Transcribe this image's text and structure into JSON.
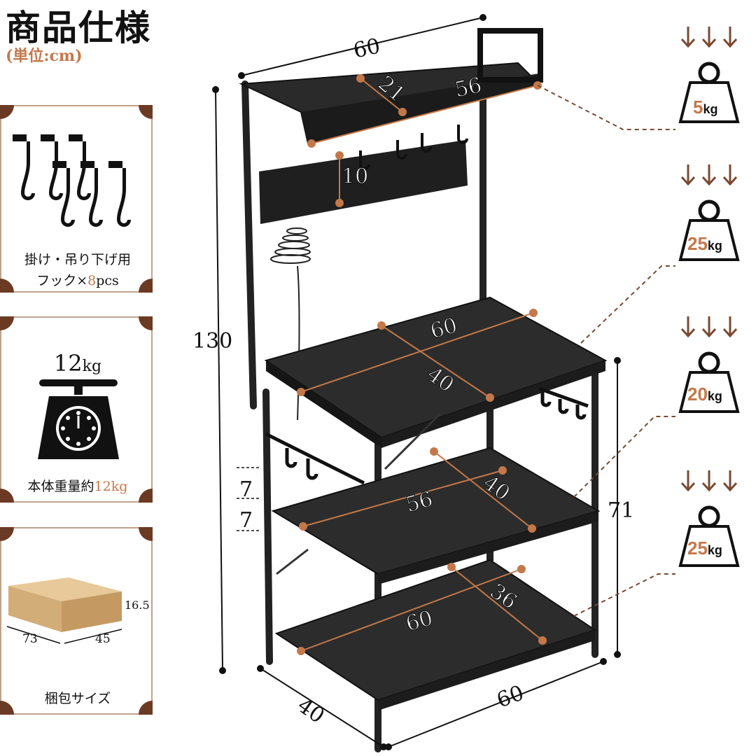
{
  "header": {
    "title": "商品仕様",
    "unit": "(単位:cm)"
  },
  "cards": [
    {
      "label_line1": "掛け・吊り下げ用",
      "label_line2_prefix": "フック×",
      "label_line2_value": "8",
      "label_line2_suffix": "pcs"
    },
    {
      "weight_value": "12",
      "weight_unit": "kg",
      "label_prefix": "本体重量約",
      "label_value": "12",
      "label_suffix": "kg"
    },
    {
      "box_height": "16.5",
      "box_width": "73",
      "box_depth": "45",
      "label": "梱包サイズ"
    }
  ],
  "dimensions": {
    "top_width": "60",
    "top_shelf_depth": "21",
    "top_shelf_width": "56",
    "hook_bar_height": "10",
    "total_height": "130",
    "mid_shelf_width": "60",
    "mid_shelf_depth": "40",
    "lower_shelf_width": "56",
    "lower_shelf_depth": "40",
    "bottom_shelf_width": "60",
    "bottom_shelf_depth": "36",
    "gap_1": "7",
    "gap_2": "7",
    "lower_height": "71",
    "base_depth": "40",
    "base_width": "60"
  },
  "weights": [
    {
      "value": "5",
      "unit": "kg"
    },
    {
      "value": "25",
      "unit": "kg"
    },
    {
      "value": "20",
      "unit": "kg"
    },
    {
      "value": "25",
      "unit": "kg"
    }
  ],
  "colors": {
    "accent": "#c4784a",
    "frame": "#6b3a24",
    "shelf": "#2a2a2a"
  }
}
